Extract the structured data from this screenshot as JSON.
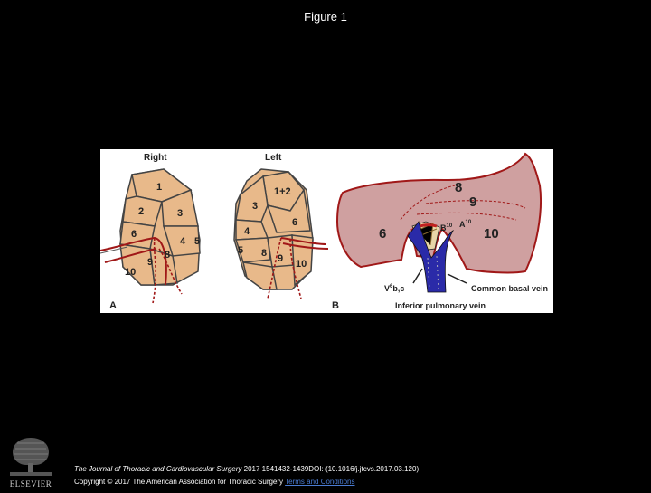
{
  "title": "Figure 1",
  "figure": {
    "panel_a": {
      "label": "A",
      "right_title": "Right",
      "left_title": "Left",
      "right_segments": [
        "1",
        "2",
        "3",
        "4",
        "5",
        "6",
        "8",
        "9",
        "10"
      ],
      "left_segments": [
        "1+2",
        "3",
        "4",
        "5",
        "6",
        "8",
        "9",
        "10"
      ]
    },
    "panel_b": {
      "label": "B",
      "seg8": "8",
      "seg9": "9",
      "seg6": "6",
      "seg10": "10",
      "b10": "B",
      "b10_sup": "10",
      "a10": "A",
      "a10_sup": "10",
      "v6": "V",
      "v6_sup": "6",
      "v6_sub": "b,c",
      "common_basal_vein": "Common basal vein",
      "inferior_pulmonary_vein": "Inferior pulmonary vein"
    }
  },
  "footer": {
    "journal": "The Journal of Thoracic and Cardiovascular Surgery",
    "citation_rest": " 2017 1541432-1439DOI: (10.1016/j.jtcvs.2017.03.120)",
    "copyright": "Copyright © 2017 The American Association for Thoracic Surgery",
    "terms_link": "Terms and Conditions",
    "publisher": "ELSEVIER"
  },
  "colors": {
    "background": "#000000",
    "segment_fill": "#e8b98a",
    "lung_fill": "#cfa0a0",
    "vessel_red": "#a01818",
    "vein_blue": "#2a2aa8",
    "link_blue": "#4a7bd1"
  }
}
